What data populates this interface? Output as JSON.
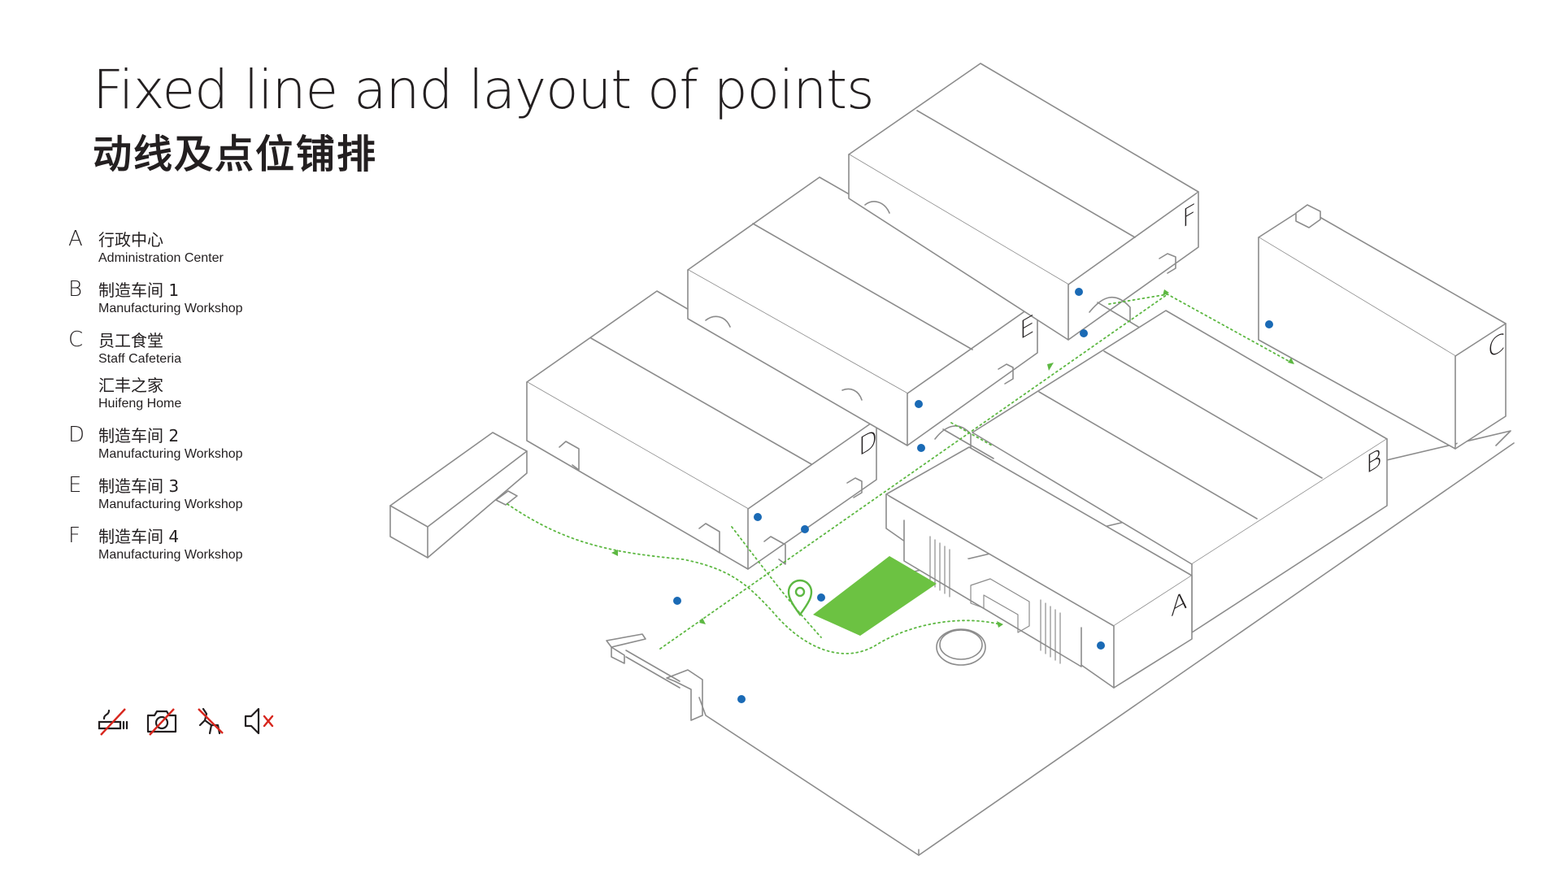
{
  "title": {
    "en": "Fixed line and layout of points",
    "cn": "动线及点位铺排"
  },
  "legend": [
    {
      "letter": "A",
      "cn": "行政中心",
      "en": "Administration Center"
    },
    {
      "letter": "B",
      "cn": "制造车间 1",
      "en": "Manufacturing Workshop"
    },
    {
      "letter": "C",
      "cn": "员工食堂",
      "en": "Staff Cafeteria",
      "cn2": "汇丰之家",
      "en2": "Huifeng Home"
    },
    {
      "letter": "D",
      "cn": "制造车间 2",
      "en": "Manufacturing Workshop"
    },
    {
      "letter": "E",
      "cn": "制造车间  3",
      "en": "Manufacturing Workshop"
    },
    {
      "letter": "F",
      "cn": "制造车间 4",
      "en": "Manufacturing Workshop"
    }
  ],
  "prohibition_icons": [
    "no-smoking-icon",
    "no-photography-icon",
    "no-pets-icon",
    "mute-icon"
  ],
  "building_labels": {
    "A": "A",
    "B": "B",
    "C": "C",
    "D": "D",
    "E": "E",
    "F": "F"
  },
  "colors": {
    "line": "#8c8c8c",
    "path": "#5db842",
    "highlight": "#6cc242",
    "point": "#1a6ab5",
    "prohibit": "#d7261d",
    "text": "#231f20"
  }
}
